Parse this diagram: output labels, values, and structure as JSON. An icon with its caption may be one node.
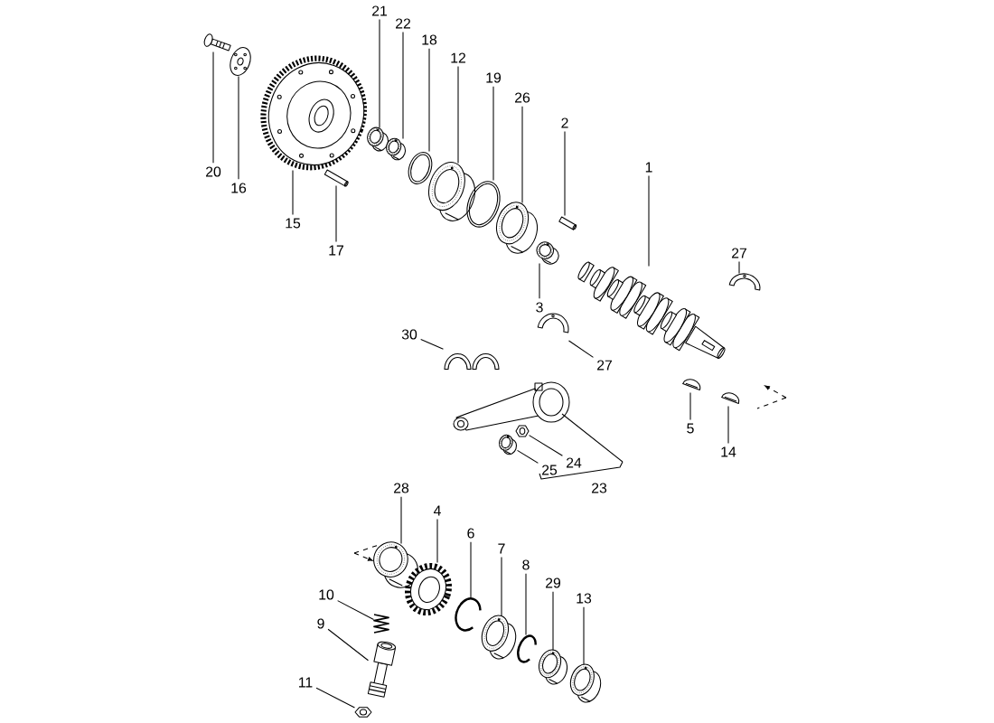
{
  "diagram": {
    "nodes": [
      {
        "text": [
          "21"
        ]
      },
      {
        "text": [],
        "shape": "picture"
      },
      {
        "text": [
          "22"
        ]
      },
      {
        "text": [],
        "shape": "picture"
      },
      {
        "text": [
          "18"
        ]
      },
      {
        "text": [],
        "shape": "picture"
      },
      {
        "text": [
          "12"
        ]
      },
      {
        "text": [],
        "shape": "picture"
      },
      {
        "text": [
          "19"
        ]
      },
      {
        "text": [],
        "shape": "picture"
      },
      {
        "text": [
          "26"
        ]
      },
      {
        "text": [],
        "shape": "picture"
      },
      {
        "text": [
          "2"
        ]
      },
      {
        "text": [],
        "shape": "picture"
      },
      {
        "text": [
          "20"
        ]
      },
      {
        "text": [],
        "shape": "picture"
      },
      {
        "text": [
          "16"
        ]
      },
      {
        "text": [],
        "shape": "picture"
      },
      {
        "text": [
          "15"
        ]
      },
      {
        "text": [],
        "shape": "picture"
      },
      {
        "text": [
          "17"
        ]
      },
      {
        "text": [],
        "shape": "picture"
      },
      {
        "text": [
          "1"
        ]
      },
      {
        "text": [],
        "shape": "picture"
      },
      {
        "text": [
          "27"
        ]
      },
      {
        "text": [],
        "shape": "picture"
      },
      {
        "text": [
          "3"
        ]
      },
      {
        "text": [],
        "shape": "picture"
      },
      {
        "text": [
          "30"
        ]
      },
      {
        "text": [],
        "shape": "picture"
      },
      {
        "text": [
          "27"
        ]
      },
      {
        "text": [],
        "shape": "picture"
      },
      {
        "text": [
          "5"
        ]
      },
      {
        "text": [],
        "shape": "picture"
      },
      {
        "text": [
          "14"
        ]
      },
      {
        "text": [],
        "shape": "picture"
      },
      {
        "text": [
          "24"
        ]
      },
      {
        "text": [],
        "shape": "picture"
      },
      {
        "text": [
          "25"
        ]
      },
      {
        "text": [],
        "shape": "picture"
      },
      {
        "text": [
          "28"
        ]
      },
      {
        "text": [],
        "shape": "picture"
      },
      {
        "text": [
          "4"
        ]
      },
      {
        "text": [],
        "shape": "picture"
      },
      {
        "text": [
          "6"
        ]
      },
      {
        "text": [],
        "shape": "picture"
      },
      {
        "text": [
          "7"
        ]
      },
      {
        "text": [],
        "shape": "picture"
      },
      {
        "text": [
          "8"
        ]
      },
      {
        "text": [],
        "shape": "picture"
      },
      {
        "text": [
          "29"
        ]
      },
      {
        "text": [],
        "shape": "picture"
      },
      {
        "text": [
          "13"
        ]
      },
      {
        "text": [],
        "shape": "picture"
      },
      {
        "text": [
          "10"
        ]
      },
      {
        "text": [],
        "shape": "picture"
      },
      {
        "text": [
          "9"
        ]
      },
      {
        "text": [],
        "shape": "picture"
      },
      {
        "text": [
          "11"
        ]
      },
      {
        "text": [],
        "shape": "picture"
      }
    ],
    "edges": [
      {
        "from": 0,
        "to": 1,
        "arrow": "none"
      },
      {
        "from": 2,
        "to": 3,
        "arrow": "none"
      },
      {
        "from": 4,
        "to": 5,
        "arrow": "none"
      },
      {
        "from": 6,
        "to": 7,
        "arrow": "none"
      },
      {
        "from": 8,
        "to": 9,
        "arrow": "none"
      },
      {
        "from": 10,
        "to": 11,
        "arrow": "none"
      },
      {
        "from": 12,
        "to": 13,
        "arrow": "none"
      },
      {
        "from": 14,
        "to": 15,
        "arrow": "none"
      },
      {
        "from": 16,
        "to": 17,
        "arrow": "none"
      },
      {
        "from": 18,
        "to": 19,
        "arrow": "none"
      },
      {
        "from": 20,
        "to": 21,
        "arrow": "none"
      },
      {
        "from": 22,
        "to": 23,
        "arrow": "none"
      },
      {
        "from": 24,
        "to": 25,
        "arrow": "none"
      },
      {
        "from": 26,
        "to": 27,
        "arrow": "none"
      },
      {
        "from": 28,
        "to": 29,
        "arrow": "none"
      },
      {
        "from": 30,
        "to": 31,
        "arrow": "none"
      },
      {
        "from": 32,
        "to": 33,
        "arrow": "none"
      },
      {
        "from": 34,
        "to": 35,
        "arrow": "none"
      },
      {
        "from": 36,
        "to": 37,
        "arrow": "none"
      },
      {
        "from": 38,
        "to": 39,
        "arrow": "none"
      },
      {
        "from": 40,
        "to": 41,
        "arrow": "none"
      },
      {
        "from": 42,
        "to": 43,
        "arrow": "none"
      },
      {
        "from": 44,
        "to": 45,
        "arrow": "none"
      },
      {
        "from": 46,
        "to": 47,
        "arrow": "none"
      },
      {
        "from": 48,
        "to": 49,
        "arrow": "none"
      },
      {
        "from": 50,
        "to": 51,
        "arrow": "none"
      },
      {
        "from": 52,
        "to": 53,
        "arrow": "none"
      },
      {
        "from": 54,
        "to": 55,
        "arrow": "none"
      },
      {
        "from": 56,
        "to": 57,
        "arrow": "none"
      },
      {
        "from": 58,
        "to": 59,
        "arrow": "none"
      }
    ],
    "labels": [
      "23"
    ]
  }
}
